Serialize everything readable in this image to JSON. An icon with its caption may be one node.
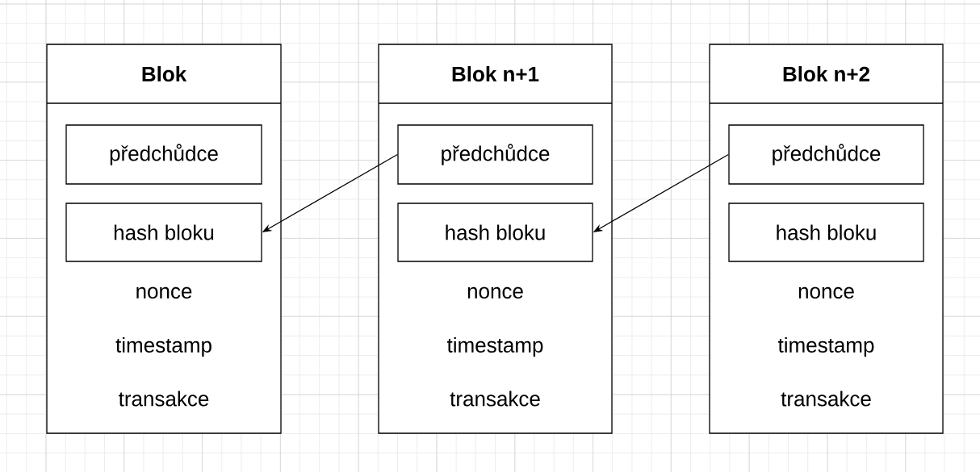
{
  "diagram": {
    "nodes": [
      {
        "text": [
          "Blok",
          "nonce",
          "timestamp",
          "transakce"
        ]
      },
      {
        "text": [
          "předchůdce"
        ],
        "in": 0
      },
      {
        "text": [
          "hash bloku"
        ],
        "in": 0
      },
      {
        "text": [
          "Blok n+1",
          "nonce",
          "timestamp",
          "transakce"
        ]
      },
      {
        "text": [
          "předchůdce"
        ],
        "in": 3
      },
      {
        "text": [
          "hash bloku"
        ],
        "in": 3
      },
      {
        "text": [
          "Blok n+2",
          "nonce",
          "timestamp",
          "transakce"
        ]
      },
      {
        "text": [
          "předchůdce"
        ],
        "in": 6
      },
      {
        "text": [
          "hash bloku"
        ],
        "in": 6
      }
    ],
    "edges": [
      {
        "from": 4,
        "to": 2,
        "arrow": "to"
      },
      {
        "from": 7,
        "to": 5,
        "arrow": "to"
      }
    ]
  }
}
